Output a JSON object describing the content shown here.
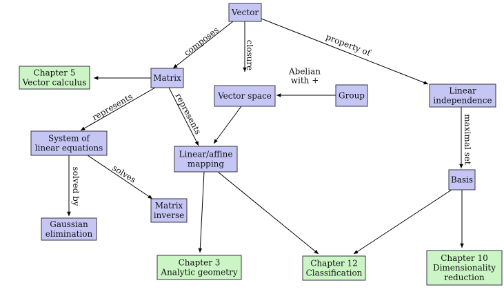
{
  "colors": {
    "concept_fill": "#c6c6f5",
    "chapter_fill": "#ccf5c6",
    "border": "#333344",
    "edge": "#000000"
  },
  "nodes": {
    "vector": {
      "lines": [
        "Vector"
      ],
      "kind": "concept"
    },
    "matrix": {
      "lines": [
        "Matrix"
      ],
      "kind": "concept"
    },
    "vector_space": {
      "lines": [
        "Vector space"
      ],
      "kind": "concept"
    },
    "group": {
      "lines": [
        "Group"
      ],
      "kind": "concept"
    },
    "linear_independence": {
      "lines": [
        "Linear",
        "independence"
      ],
      "kind": "concept"
    },
    "chapter5": {
      "lines": [
        "Chapter 5",
        "Vector calculus"
      ],
      "kind": "chapter"
    },
    "system_linear_equations": {
      "lines": [
        "System of",
        "linear equations"
      ],
      "kind": "concept"
    },
    "linear_affine_mapping": {
      "lines": [
        "Linear/affine",
        "mapping"
      ],
      "kind": "concept"
    },
    "basis": {
      "lines": [
        "Basis"
      ],
      "kind": "concept"
    },
    "matrix_inverse": {
      "lines": [
        "Matrix",
        "inverse"
      ],
      "kind": "concept"
    },
    "gaussian_elimination": {
      "lines": [
        "Gaussian",
        "elimination"
      ],
      "kind": "concept"
    },
    "chapter3": {
      "lines": [
        "Chapter 3",
        "Analytic geometry"
      ],
      "kind": "chapter"
    },
    "chapter12": {
      "lines": [
        "Chapter 12",
        "Classification"
      ],
      "kind": "chapter"
    },
    "chapter10": {
      "lines": [
        "Chapter 10",
        "Dimensionality",
        "reduction"
      ],
      "kind": "chapter"
    }
  },
  "edges": [
    {
      "from": "vector",
      "to": "matrix",
      "label": "composes"
    },
    {
      "from": "vector",
      "to": "vector_space",
      "label": "closure"
    },
    {
      "from": "vector",
      "to": "linear_independence",
      "label": "property of"
    },
    {
      "from": "matrix",
      "to": "chapter5",
      "label": ""
    },
    {
      "from": "matrix",
      "to": "system_linear_equations",
      "label": "represents"
    },
    {
      "from": "matrix",
      "to": "linear_affine_mapping",
      "label": "represents"
    },
    {
      "from": "group",
      "to": "vector_space",
      "label": "Abelian with +",
      "label_lines": [
        "Abelian",
        "with +"
      ]
    },
    {
      "from": "vector_space",
      "to": "linear_affine_mapping",
      "label": ""
    },
    {
      "from": "linear_independence",
      "to": "basis",
      "label": "maximal set"
    },
    {
      "from": "system_linear_equations",
      "to": "gaussian_elimination",
      "label": "solved by"
    },
    {
      "from": "system_linear_equations",
      "to": "matrix_inverse",
      "label": "solves"
    },
    {
      "from": "linear_affine_mapping",
      "to": "chapter3",
      "label": ""
    },
    {
      "from": "linear_affine_mapping",
      "to": "chapter12",
      "label": ""
    },
    {
      "from": "basis",
      "to": "chapter12",
      "label": ""
    },
    {
      "from": "basis",
      "to": "chapter10",
      "label": ""
    }
  ]
}
